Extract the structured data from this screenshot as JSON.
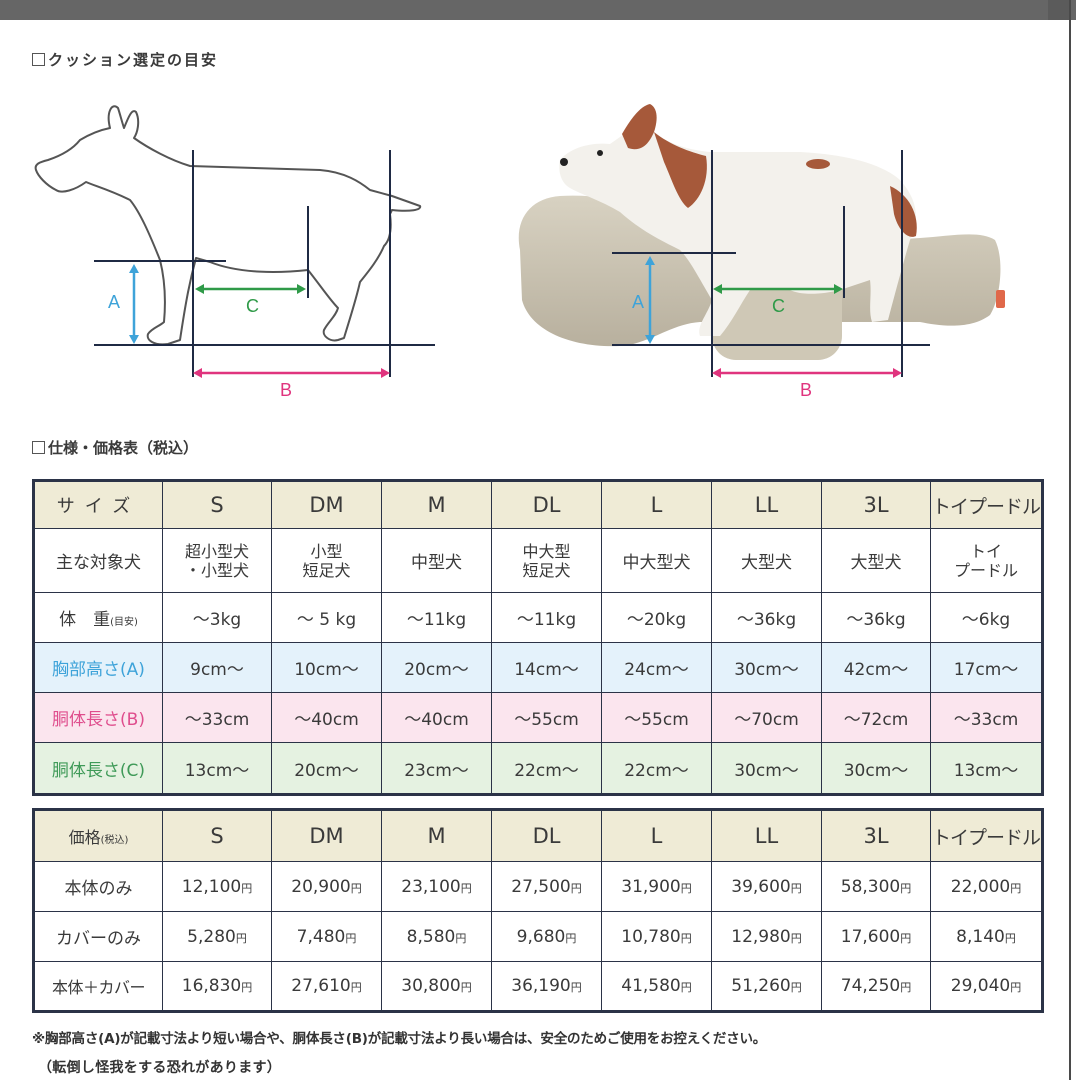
{
  "page": {
    "section1_title": "クッション選定の目安",
    "section2_title": "仕様・価格表（税込）"
  },
  "diagram": {
    "labels": {
      "a": "A",
      "b": "B",
      "c": "C"
    },
    "colors": {
      "a": "#3ea3d9",
      "b": "#e0347e",
      "c": "#2f9a48",
      "line": "#1f2a44",
      "outline": "#555555"
    }
  },
  "spec_table": {
    "header_label": "サイズ",
    "sizes": [
      "S",
      "DM",
      "M",
      "DL",
      "L",
      "LL",
      "3L",
      "トイプードル"
    ],
    "rows": [
      {
        "label": "主な対象犬",
        "values": [
          [
            "超小型犬",
            "・小型犬"
          ],
          [
            "小型",
            "短足犬"
          ],
          [
            "中型犬"
          ],
          [
            "中大型",
            "短足犬"
          ],
          [
            "中大型犬"
          ],
          [
            "大型犬"
          ],
          [
            "大型犬"
          ],
          [
            "トイ",
            "プードル"
          ]
        ]
      },
      {
        "label": "体　重",
        "label_note": "(目安)",
        "values": [
          "～3kg",
          "～ 5 kg",
          "～11kg",
          "～11kg",
          "～20kg",
          "～36kg",
          "～36kg",
          "～6kg"
        ]
      },
      {
        "label": "胸部高さ(A)",
        "values": [
          "9cm～",
          "10cm～",
          "20cm～",
          "14cm～",
          "24cm～",
          "30cm～",
          "42cm～",
          "17cm～"
        ]
      },
      {
        "label": "胴体長さ(B)",
        "values": [
          "～33cm",
          "～40cm",
          "～40cm",
          "～55cm",
          "～55cm",
          "～70cm",
          "～72cm",
          "～33cm"
        ]
      },
      {
        "label": "胴体長さ(C)",
        "values": [
          "13cm～",
          "20cm～",
          "23cm～",
          "22cm～",
          "22cm～",
          "30cm～",
          "30cm～",
          "13cm～"
        ]
      }
    ]
  },
  "price_table": {
    "header_label": "価格",
    "header_note": "(税込)",
    "sizes": [
      "S",
      "DM",
      "M",
      "DL",
      "L",
      "LL",
      "3L",
      "トイプードル"
    ],
    "currency": "円",
    "rows": [
      {
        "label": "本体のみ",
        "values": [
          "12,100",
          "20,900",
          "23,100",
          "27,500",
          "31,900",
          "39,600",
          "58,300",
          "22,000"
        ]
      },
      {
        "label": "カバーのみ",
        "values": [
          "5,280",
          "7,480",
          "8,580",
          "9,680",
          "10,780",
          "12,980",
          "17,600",
          "8,140"
        ]
      },
      {
        "label": "本体＋カバー",
        "values": [
          "16,830",
          "27,610",
          "30,800",
          "36,190",
          "41,580",
          "51,260",
          "74,250",
          "29,040"
        ]
      }
    ]
  },
  "notes": {
    "line1": "※胸部高さ(A)が記載寸法より短い場合や、胴体長さ(B)が記載寸法より長い場合は、安全のためご使用をお控えください。",
    "line2": "（転倒し怪我をする恐れがあります）"
  }
}
